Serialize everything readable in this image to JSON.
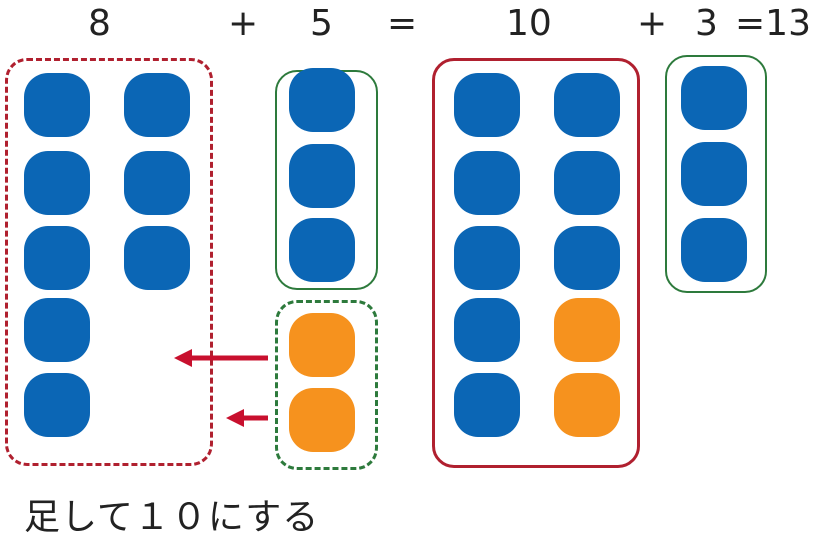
{
  "equation": {
    "a": "8",
    "plus1": "+",
    "b": "5",
    "eq1": "=",
    "c": "10",
    "plus2": "+",
    "d": "3",
    "result": "=13"
  },
  "caption": "足して１０にする",
  "colors": {
    "blue": "#0b66b5",
    "orange": "#f6921e",
    "red": "#b0202f",
    "green": "#2d7a3c"
  },
  "groups": {
    "eight": {
      "blue_count": 8
    },
    "five_top": {
      "blue_count": 3
    },
    "five_moved": {
      "orange_count": 2
    },
    "ten": {
      "blue_count": 8,
      "orange_count": 2
    },
    "three": {
      "blue_count": 3
    }
  }
}
